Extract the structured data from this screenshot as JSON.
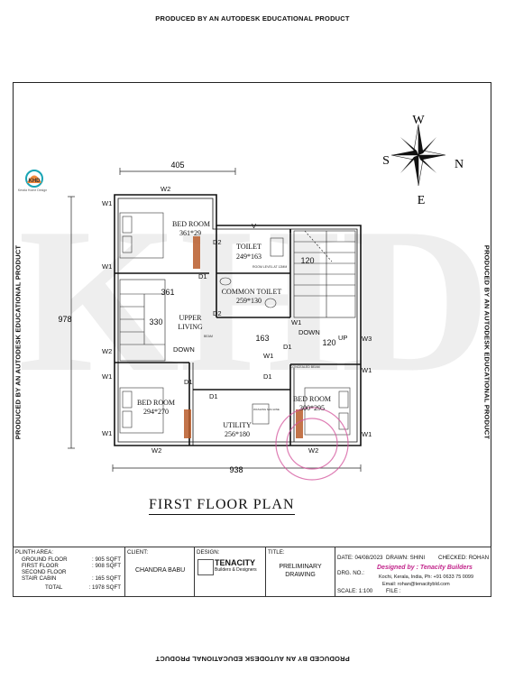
{
  "edu_notice": "PRODUCED BY AN AUTODESK EDUCATIONAL PRODUCT",
  "plan_title": "FIRST  FLOOR PLAN",
  "watermark": "KHD",
  "logo_caption": "Kerala Home Design",
  "compass": {
    "n": "N",
    "s": "S",
    "e": "E",
    "w": "W"
  },
  "dimensions": {
    "top": "405",
    "bottom": "938",
    "left": "978",
    "stair_w": "361",
    "stair_h": "330",
    "right_a": "120",
    "right_b": "120",
    "passage": "163"
  },
  "rooms": {
    "bedroom_top": {
      "name": "BED ROOM",
      "size": "361*29"
    },
    "toilet": {
      "name": "TOILET",
      "size": "249*163"
    },
    "common_toilet": {
      "name": "COMMON TOILET",
      "size": "259*130"
    },
    "upper_living": {
      "name": "UPPER",
      "name2": "LIVING"
    },
    "bedroom_left": {
      "name": "BED ROOM",
      "size": "294*270"
    },
    "bedroom_right": {
      "name": "BED ROOM",
      "size": "300*295"
    },
    "utility": {
      "name": "UTILITY",
      "size": "256*180"
    }
  },
  "labels": {
    "w1": "W1",
    "w2": "W2",
    "w3": "W3",
    "d1": "D1",
    "d2": "D2",
    "v": "V",
    "down": "DOWN",
    "up": "UP",
    "room_note": "ROOM LEVEL AT 12MM",
    "washing": "WASHING MACHINE",
    "concealed_beam": "CONCEALED BEAM",
    "beam": "BEAM"
  },
  "title_block": {
    "plinth_area": "PLINTH AREA:",
    "areas": [
      {
        "label": "GROUND FLOOR",
        "value": ": 905 SQFT"
      },
      {
        "label": "FIRST FLOOR",
        "value": ": 908 SQFT"
      },
      {
        "label": "SECOND FLOOR",
        "value": ""
      },
      {
        "label": "STAIR CABIN",
        "value": ": 165 SQFT"
      },
      {
        "label": "TOTAL",
        "value": ": 1978 SQFT"
      }
    ],
    "client_label": "CLIENT:",
    "client": "CHANDRA BABU",
    "design_label": "DESIGN:",
    "company": "TENACITY",
    "company_sub": "Builders & Designers",
    "title_label": "TITLE:",
    "title1": "PRELIMINARY",
    "title2": "DRAWING",
    "date": "DATE: 04/08/2023",
    "drawn": "DRAWN:   SHINI",
    "checked": "CHECKED: ROHAN",
    "drg_no": "DRG. NO.:",
    "designed_by": "Designed by : Tenacity Builders",
    "location": "Kochi, Kerala, India, Ph: +91 0633 75 0099",
    "email": "Email: rohan@tenacitybld.com",
    "scale": "SCALE:   1:100",
    "file": "FILE :"
  }
}
